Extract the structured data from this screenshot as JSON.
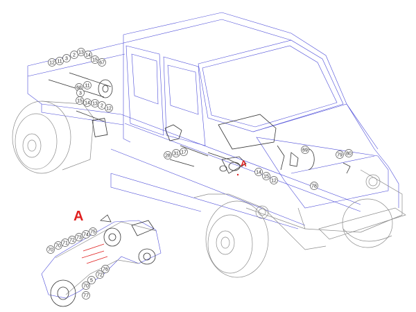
{
  "detail": {
    "main_marker": "A",
    "inset_marker": "A",
    "red_color": "#e02020",
    "outline_color": "#4a4ad8"
  },
  "callouts": {
    "rear_top": [
      "12",
      "11",
      "3",
      "2",
      "13",
      "14",
      "15",
      "67"
    ],
    "rear_mid": [
      "68",
      "11",
      "3",
      "15",
      "14",
      "13",
      "2",
      "12"
    ],
    "mid": [
      "28",
      "31",
      "17"
    ],
    "front": [
      "69",
      "79",
      "80",
      "14",
      "15",
      "12",
      "78"
    ],
    "inset": [
      "70",
      "70",
      "71",
      "72",
      "73",
      "74",
      "75",
      "76",
      "72",
      "5",
      "70",
      "77"
    ]
  }
}
